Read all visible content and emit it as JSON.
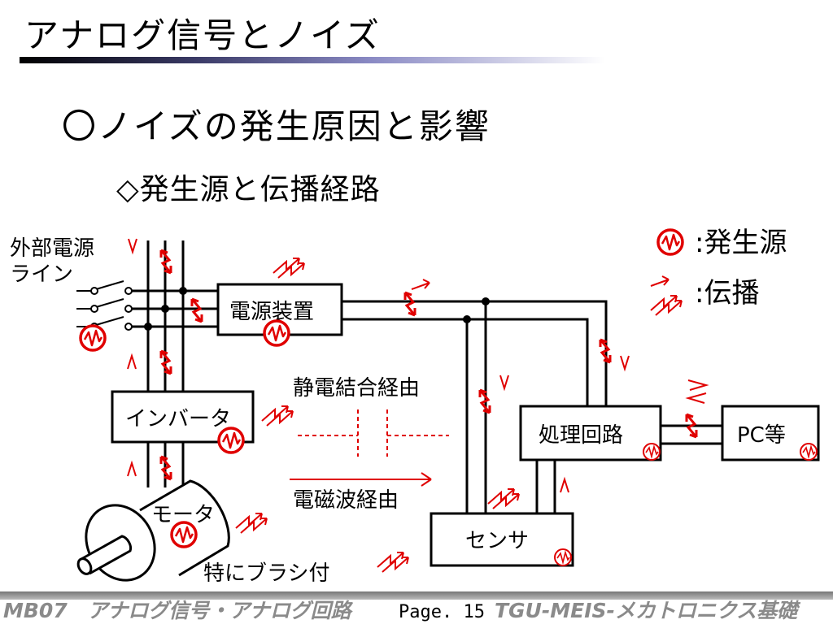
{
  "slide": {
    "title": "アナログ信号とノイズ",
    "heading": "〇ノイズの発生原因と影響",
    "subheading": "◇発生源と伝播経路"
  },
  "diagram": {
    "labels": {
      "external_power_line": [
        "外部電源",
        "ライン"
      ],
      "power_supply": "電源装置",
      "inverter": "インバータ",
      "motor": "モータ",
      "processing_circuit": "処理回路",
      "pc": "PC等",
      "sensor": "センサ",
      "electrostatic_path": "静電結合経由",
      "electromagnetic_path": "電磁波経由",
      "brush_note": "特にブラシ付"
    },
    "legend": {
      "source_label": ":発生源",
      "propagation_label": ":伝播"
    },
    "colors": {
      "noise": "#e00000",
      "lines": "#000000"
    }
  },
  "footer": {
    "left": "MB07　アナログ信号・アナログ回路",
    "page": "Page. 15",
    "right": "TGU-MEIS-メカトロニクス基礎"
  }
}
